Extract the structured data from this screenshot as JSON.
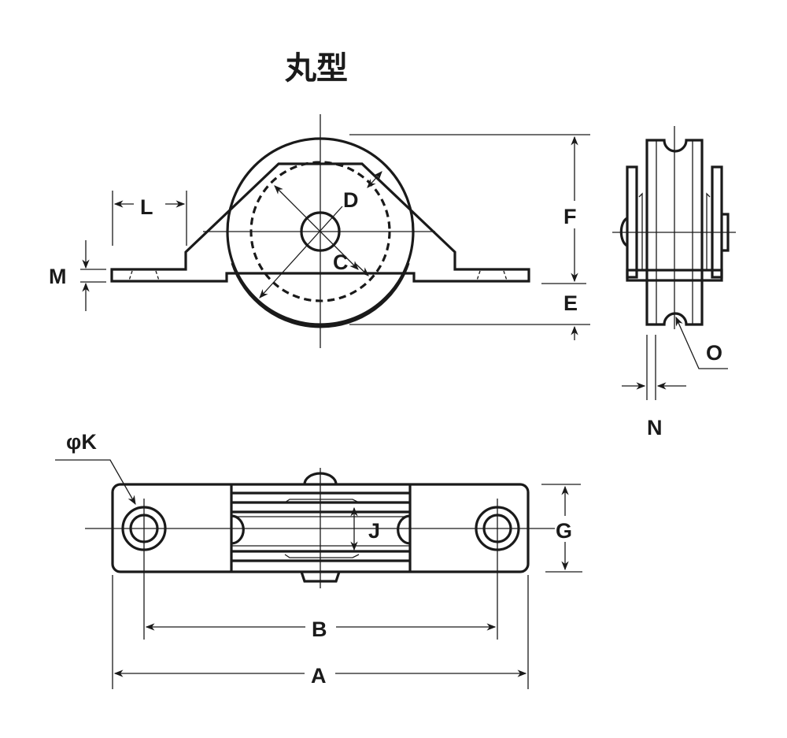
{
  "title": "丸型",
  "views": {
    "front": {
      "labels": {
        "D": "D",
        "C": "C",
        "L": "L",
        "M": "M",
        "F": "F",
        "E": "E"
      }
    },
    "side": {
      "labels": {
        "O": "O",
        "N": "N"
      }
    },
    "top": {
      "labels": {
        "K": "φK",
        "J": "J",
        "G": "G",
        "B": "B",
        "A": "A"
      }
    }
  },
  "colors": {
    "line": "#1a1a1a",
    "background": "#ffffff"
  }
}
